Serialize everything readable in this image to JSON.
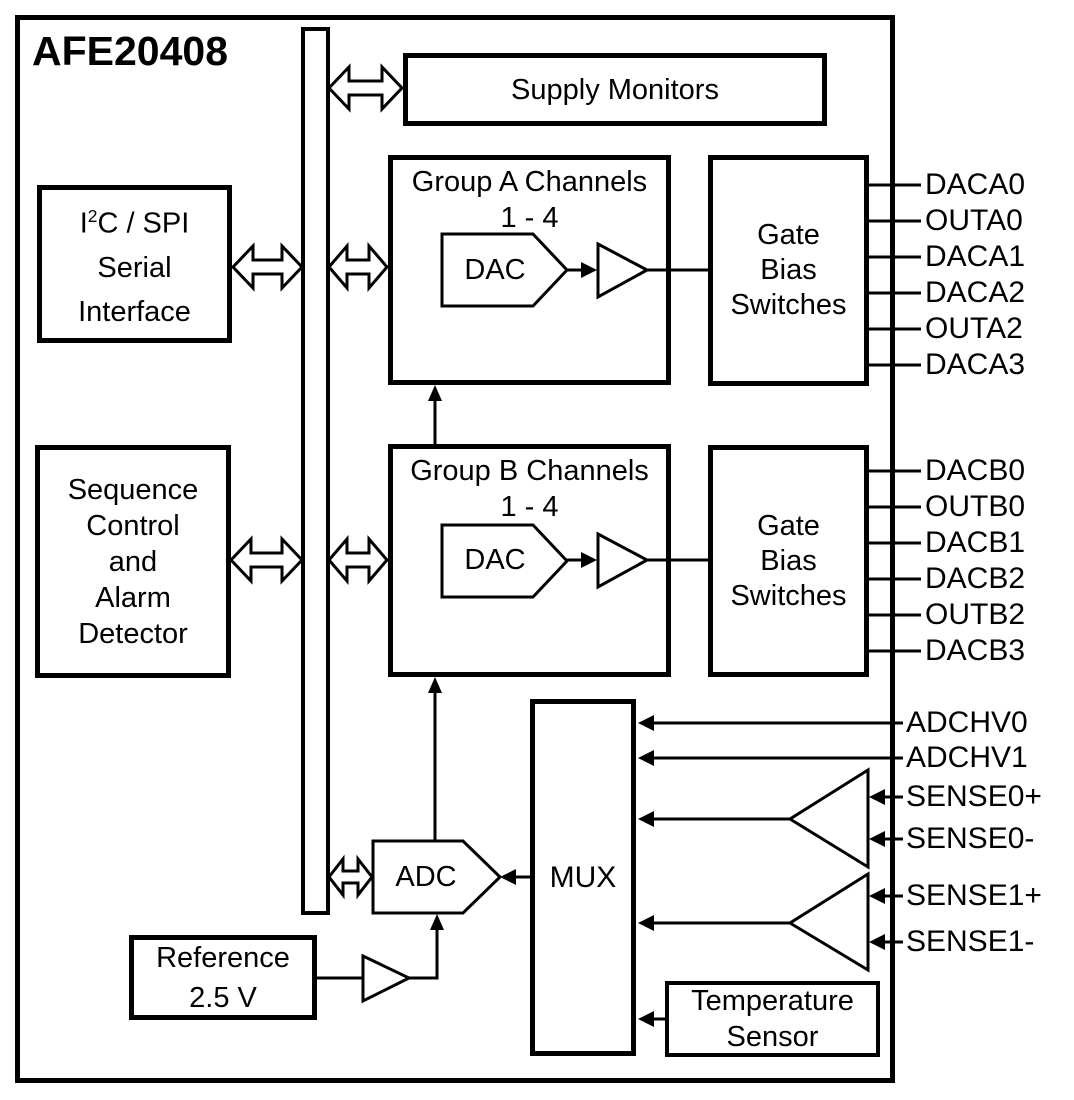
{
  "title": "AFE20408",
  "blocks": {
    "supply_monitors": {
      "label": "Supply Monitors"
    },
    "serial_interface": {
      "i": "I",
      "sup": "2",
      "c_spi": "C / SPI",
      "line2": "Serial",
      "line3": "Interface"
    },
    "sequence_control": {
      "line1": "Sequence",
      "line2": "Control",
      "line3": "and",
      "line4": "Alarm",
      "line5": "Detector"
    },
    "group_a": {
      "title": "Group A Channels",
      "range": "1 - 4",
      "dac_label": "DAC"
    },
    "group_b": {
      "title": "Group B Channels",
      "range": "1 - 4",
      "dac_label": "DAC"
    },
    "gate_bias_a": {
      "line1": "Gate",
      "line2": "Bias",
      "line3": "Switches"
    },
    "gate_bias_b": {
      "line1": "Gate",
      "line2": "Bias",
      "line3": "Switches"
    },
    "adc": {
      "label": "ADC"
    },
    "mux": {
      "label": "MUX"
    },
    "reference": {
      "line1": "Reference",
      "line2": "2.5 V"
    },
    "temperature_sensor": {
      "line1": "Temperature",
      "line2": "Sensor"
    }
  },
  "pins": {
    "group_a": [
      "DACA0",
      "OUTA0",
      "DACA1",
      "DACA2",
      "OUTA2",
      "DACA3"
    ],
    "group_b": [
      "DACB0",
      "OUTB0",
      "DACB1",
      "DACB2",
      "OUTB2",
      "DACB3"
    ],
    "adc_inputs": [
      "ADCHV0",
      "ADCHV1",
      "SENSE0+",
      "SENSE0-",
      "SENSE1+",
      "SENSE1-"
    ]
  },
  "colors": {
    "line": "#000000",
    "fill": "#ffffff"
  }
}
